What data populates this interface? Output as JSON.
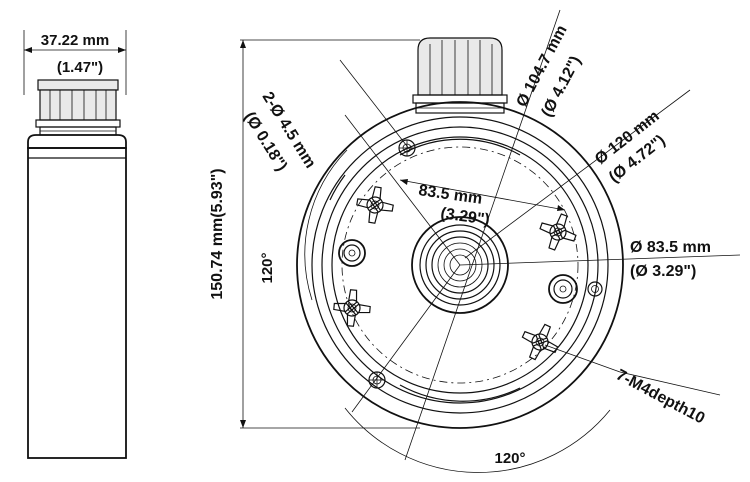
{
  "side_view": {
    "width_mm": "37.22 mm",
    "width_in": "(1.47\")"
  },
  "top_view": {
    "height_label": "150.74 mm(5.93\")",
    "hole_spec_mm": "2-Ø 4.5 mm",
    "hole_spec_in": "(Ø 0.18\")",
    "dia_104_mm": "Ø 104.7 mm",
    "dia_104_in": "(Ø 4.12\")",
    "dia_120_mm": "Ø 120 mm",
    "dia_120_in": "(Ø 4.72\")",
    "dia_83_mm": "Ø 83.5 mm",
    "dia_83_in": "(Ø 3.29\")",
    "span_83_mm": "83.5 mm",
    "span_83_in": "(3.29\")",
    "angle_left": "120°",
    "angle_bottom": "120°",
    "thread_spec": "7-M4depth10"
  },
  "colors": {
    "line": "#111111",
    "shade": "#e9e9e9",
    "background": "#ffffff"
  }
}
